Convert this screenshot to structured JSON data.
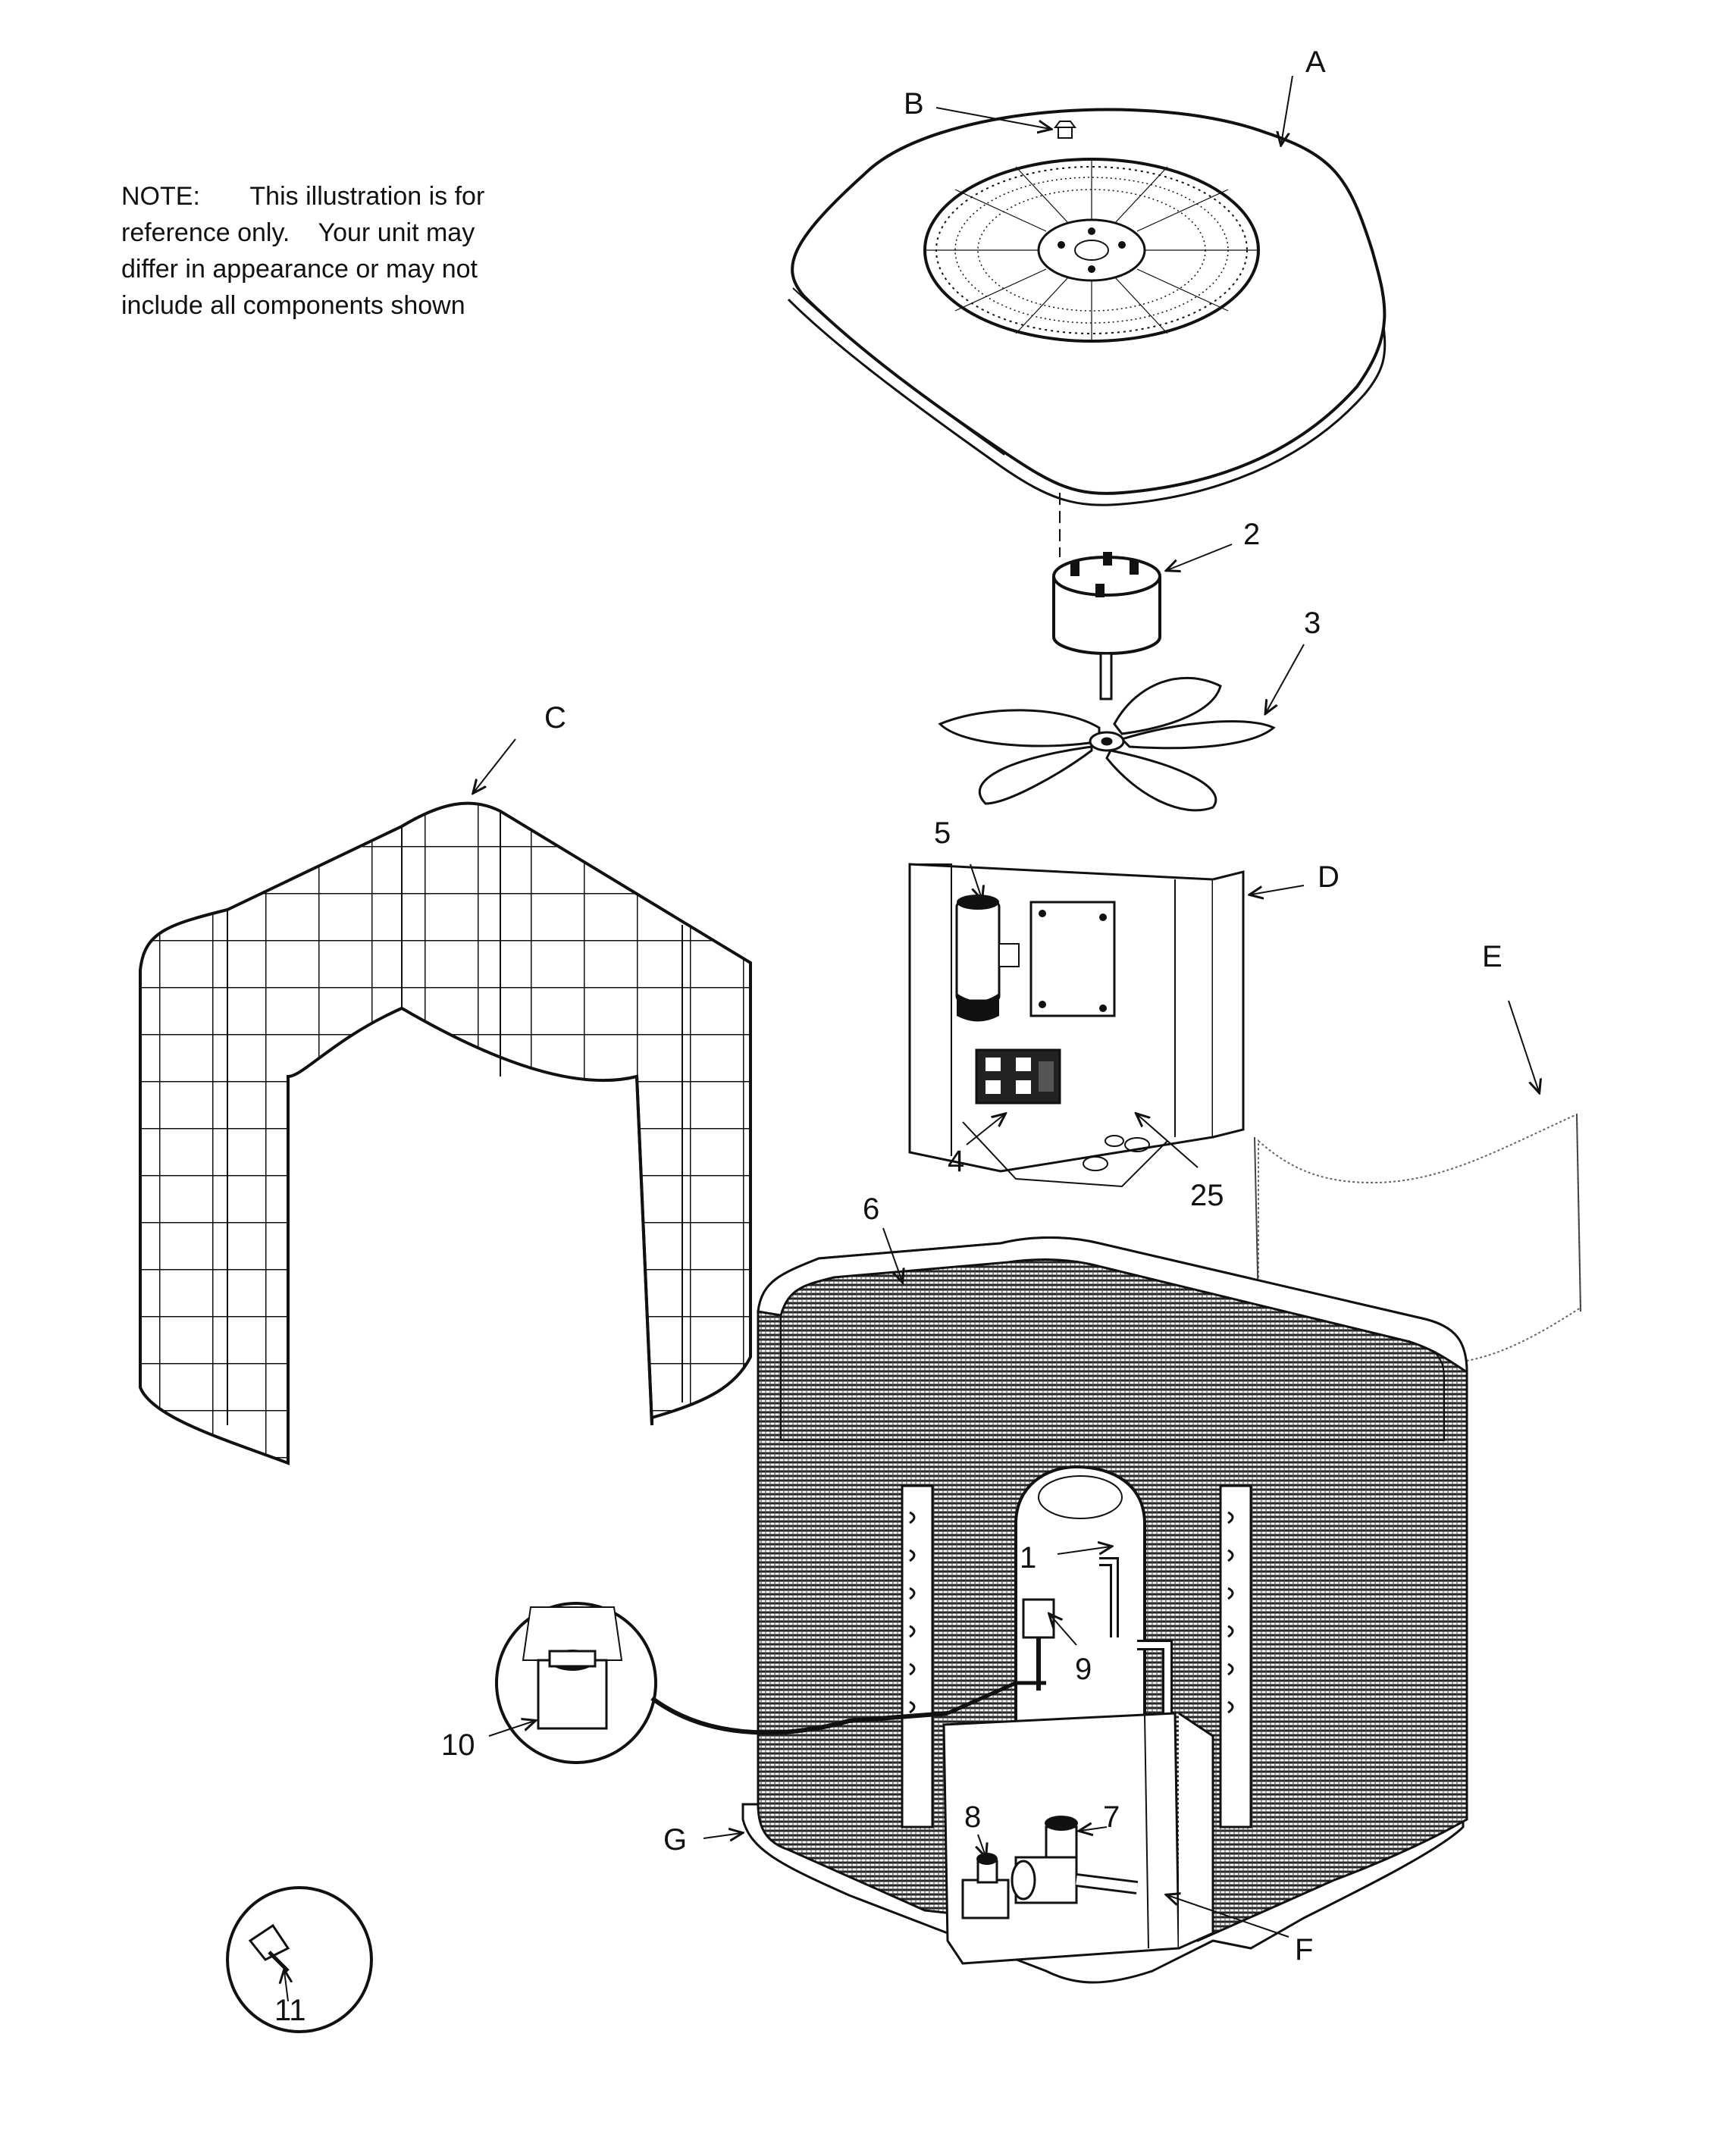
{
  "note": {
    "line1": "NOTE:       This illustration is for",
    "line2": "reference only.    Your unit may",
    "line3": "differ in appearance or may not",
    "line4": "include all components shown"
  },
  "callouts": {
    "A": "A",
    "B": "B",
    "C": "C",
    "D": "D",
    "E": "E",
    "F": "F",
    "G": "G",
    "n1": "1",
    "n2": "2",
    "n3": "3",
    "n4": "4",
    "n5": "5",
    "n6": "6",
    "n7": "7",
    "n8": "8",
    "n9": "9",
    "n10": "10",
    "n11": "11",
    "n25": "25"
  },
  "colors": {
    "ink": "#111111",
    "paper": "#ffffff",
    "coil": "#333333"
  }
}
